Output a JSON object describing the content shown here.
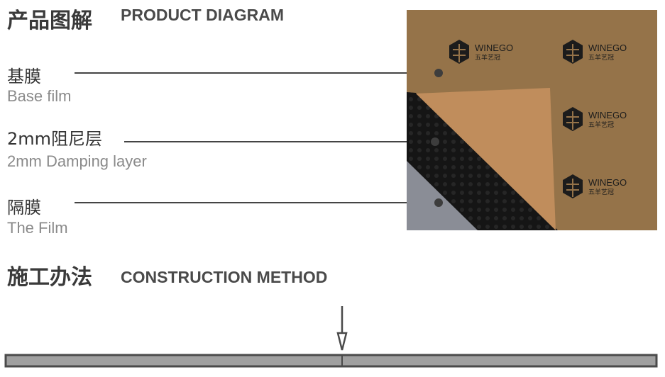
{
  "diagram": {
    "title_cn": "产品图解",
    "title_en": "PRODUCT DIAGRAM",
    "layers": [
      {
        "cn": "基膜",
        "en": "Base film"
      },
      {
        "cn": "2mm阻尼层",
        "en": "2mm Damping layer"
      },
      {
        "cn": "隔膜",
        "en": "The Film"
      }
    ],
    "brand": {
      "name": "WINEGO",
      "name_cn": "五羊艺冠"
    },
    "colors": {
      "base": "#957349",
      "damping": "#151515",
      "film": "#8a8d96",
      "kraft": "#c08d5c"
    }
  },
  "construction": {
    "title_cn": "施工办法",
    "title_en": "CONSTRUCTION METHOD"
  }
}
